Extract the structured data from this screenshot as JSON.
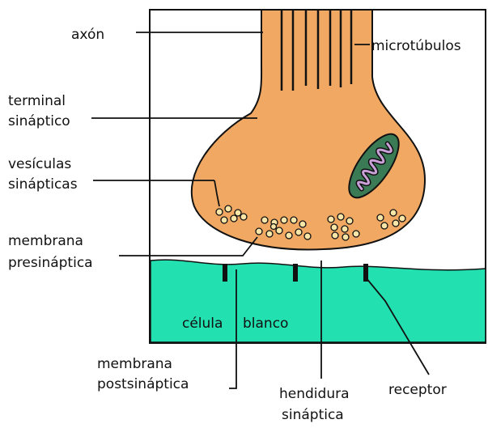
{
  "labels": {
    "axon": "axón",
    "microtubulos": "microtúbulos",
    "terminal_1": "terminal",
    "terminal_2": "sináptico",
    "vesiculas_1": "vesículas",
    "vesiculas_2": "sinápticas",
    "membrana_pre_1": "membrana",
    "membrana_pre_2": "presináptica",
    "celula_blanco_1": "célula",
    "celula_blanco_2": "blanco",
    "membrana_post_1": "membrana",
    "membrana_post_2": "postsináptica",
    "hendidura_1": "hendidura",
    "hendidura_2": "sináptica",
    "receptor": "receptor"
  },
  "colors": {
    "neuron_fill": "#f0a862",
    "target_cell_fill": "#22e0b0",
    "mitochondrion_outer": "#3a7a55",
    "mitochondrion_inner": "#c9a0d8",
    "vesicle_fill": "#f7e6a8",
    "stroke": "#111111"
  }
}
